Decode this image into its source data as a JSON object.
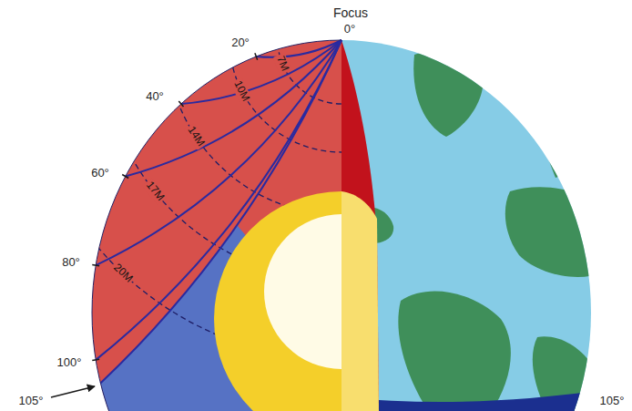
{
  "diagram": {
    "labels": [
      "Focus",
      "0°",
      "20°",
      "40°",
      "60°",
      "80°",
      "100°",
      "105°",
      "105°",
      "7M",
      "10M",
      "14M",
      "17M",
      "20M"
    ]
  }
}
